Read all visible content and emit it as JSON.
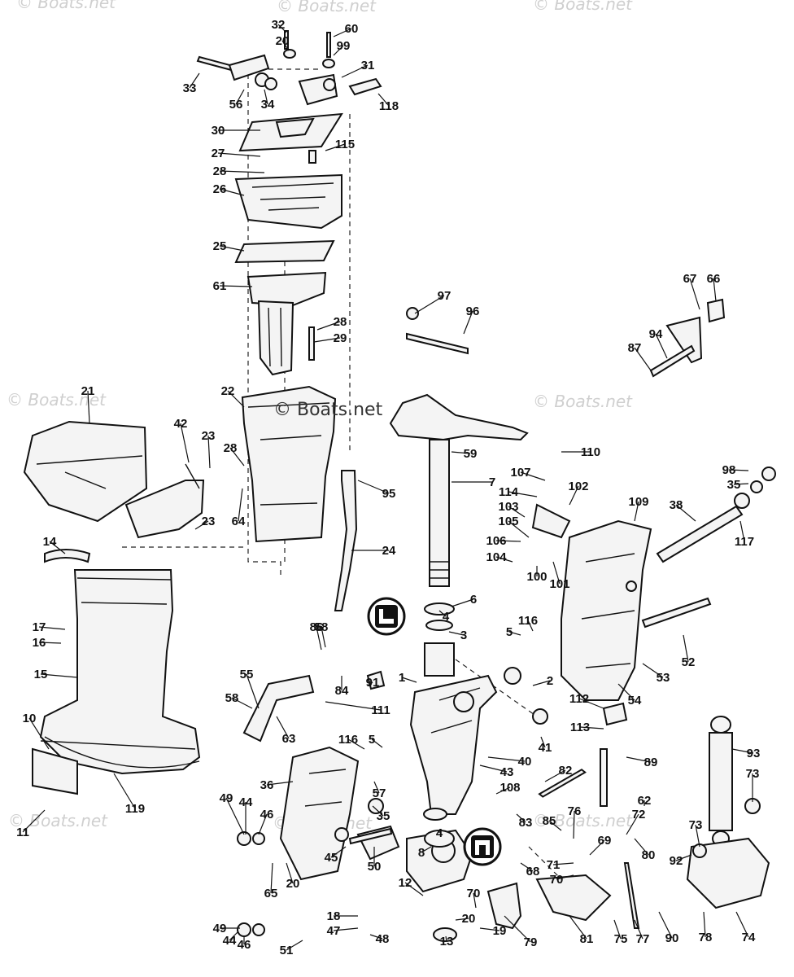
{
  "watermark": "© Boats.net",
  "center_watermark": "© Boats.net",
  "callouts": [
    "1",
    "2",
    "3",
    "4",
    "4",
    "5",
    "5",
    "6",
    "7",
    "8",
    "10",
    "11",
    "12",
    "13",
    "14",
    "15",
    "16",
    "17",
    "18",
    "19",
    "20",
    "20",
    "20",
    "21",
    "22",
    "23",
    "23",
    "24",
    "25",
    "26",
    "27",
    "28",
    "28",
    "28",
    "29",
    "30",
    "31",
    "32",
    "33",
    "34",
    "35",
    "35",
    "36",
    "38",
    "40",
    "41",
    "42",
    "43",
    "44",
    "44",
    "45",
    "46",
    "46",
    "47",
    "48",
    "49",
    "49",
    "50",
    "51",
    "52",
    "53",
    "54",
    "55",
    "56",
    "57",
    "58",
    "58",
    "59",
    "60",
    "61",
    "62",
    "63",
    "64",
    "65",
    "66",
    "67",
    "68",
    "69",
    "70",
    "70",
    "71",
    "72",
    "73",
    "73",
    "74",
    "75",
    "76",
    "77",
    "78",
    "79",
    "80",
    "81",
    "82",
    "83",
    "84",
    "85",
    "86",
    "87",
    "89",
    "90",
    "91",
    "92",
    "93",
    "94",
    "95",
    "96",
    "97",
    "98",
    "99",
    "100",
    "101",
    "102",
    "103",
    "104",
    "105",
    "106",
    "107",
    "108",
    "109",
    "110",
    "111",
    "112",
    "113",
    "114",
    "115",
    "116",
    "116",
    "117",
    "118",
    "119"
  ],
  "tool_icons": [
    "wrench-box-icon",
    "clamp-box-icon"
  ]
}
